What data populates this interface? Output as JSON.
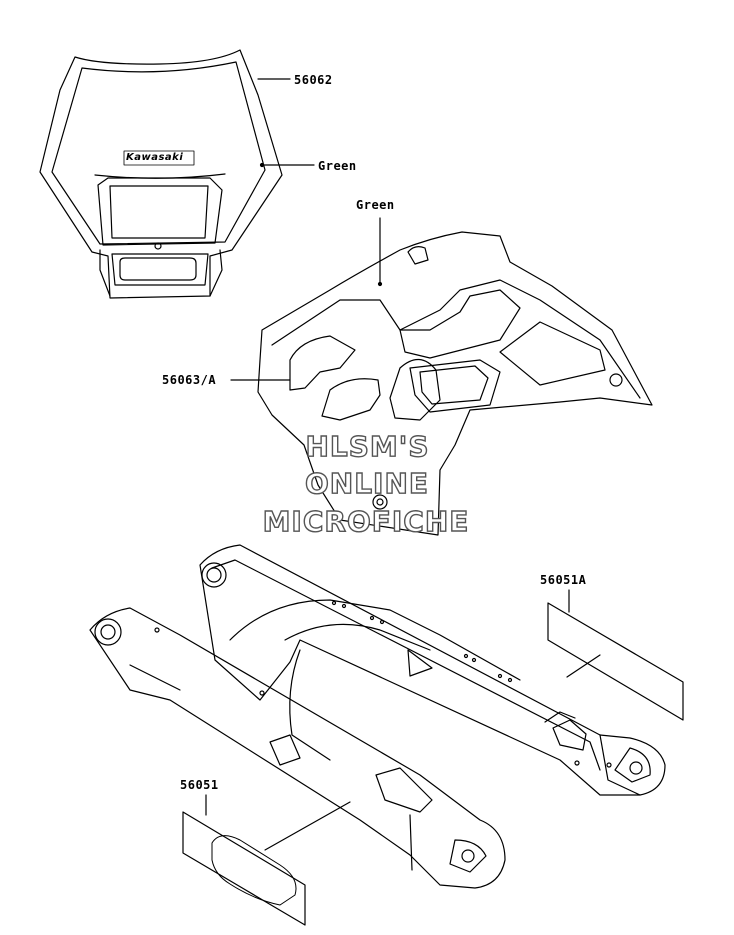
{
  "parts": {
    "headlight_cover": {
      "part_no": "56062",
      "brand": "Kawasaki",
      "color_note": "Green"
    },
    "shroud_decal": {
      "part_no": "56063/A",
      "color_note": "Green"
    },
    "swingarm_decal_right": {
      "part_no": "56051A"
    },
    "swingarm_decal_left": {
      "part_no": "56051"
    }
  },
  "watermark": {
    "line1": "HLSM'S",
    "line2": "ONLINE",
    "line3": "MICROFICHE"
  },
  "colors": {
    "line": "#000000",
    "watermark_outline": "#555555",
    "background": "#ffffff"
  }
}
